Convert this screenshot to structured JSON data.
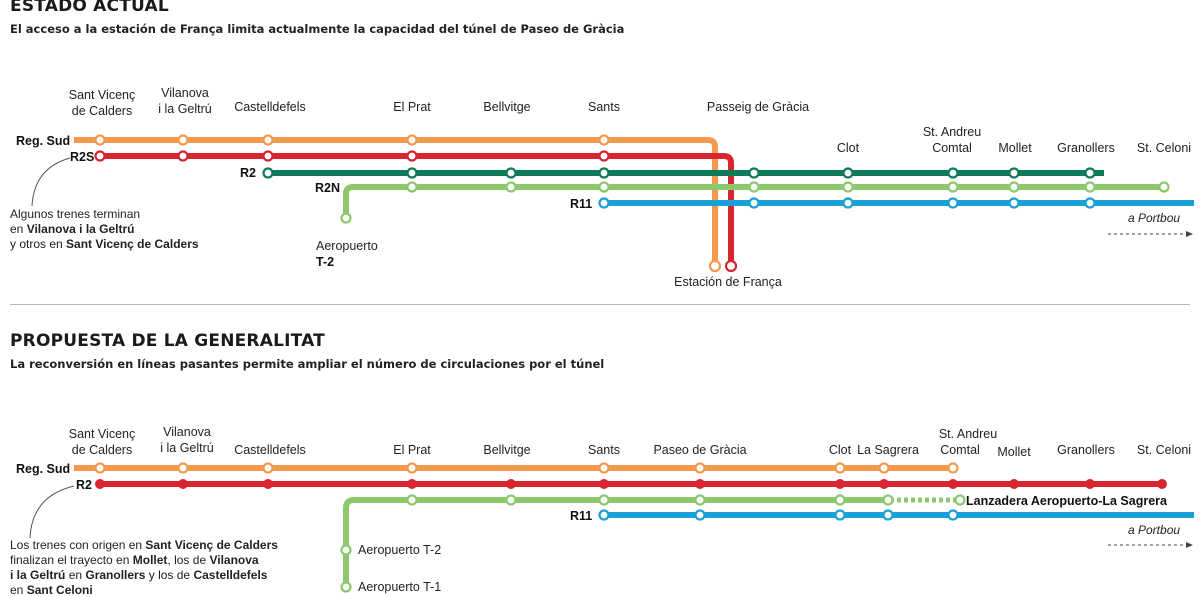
{
  "current": {
    "title": "ESTADO ACTUAL",
    "subtitle": "El acceso a la estación de França limita actualmente la capacidad del túnel de Paseo de Gràcia",
    "stations": {
      "sant_vicenc_1": "Sant Vicenç",
      "sant_vicenc_2": "de Calders",
      "vilanova_1": "Vilanova",
      "vilanova_2": "i la Geltrú",
      "castelldefels": "Castelldefels",
      "el_prat": "El Prat",
      "bellvitge": "Bellvitge",
      "sants": "Sants",
      "passeig": "Passeig de Gràcia",
      "clot": "Clot",
      "st_andreu_1": "St. Andreu",
      "st_andreu_2": "Comtal",
      "mollet": "Mollet",
      "granollers": "Granollers",
      "st_celoni": "St. Celoni",
      "aeropuerto_1": "Aeropuerto",
      "aeropuerto_2": "T-2",
      "franca": "Estación de França"
    },
    "line_labels": {
      "reg_sud": "Reg. Sud",
      "r2s": "R2S",
      "r2": "R2",
      "r2n": "R2N",
      "r11": "R11"
    },
    "portbou": "a Portbou",
    "note": {
      "line1": "Algunos trenes terminan",
      "line2_a": "en ",
      "line2_b": "Vilanova i la Geltrú",
      "line3_a": "y otros en ",
      "line3_b": "Sant Vicenç de Calders"
    }
  },
  "proposal": {
    "title": "PROPUESTA DE LA GENERALITAT",
    "subtitle": "La reconversión en líneas pasantes permite ampliar el número de circulaciones por el túnel",
    "stations": {
      "sant_vicenc_1": "Sant Vicenç",
      "sant_vicenc_2": "de Calders",
      "vilanova_1": "Vilanova",
      "vilanova_2": "i la Geltrú",
      "castelldefels": "Castelldefels",
      "el_prat": "El Prat",
      "bellvitge": "Bellvitge",
      "sants": "Sants",
      "paseo": "Paseo de Gràcia",
      "clot": "Clot",
      "la_sagrera": "La Sagrera",
      "st_andreu_1": "St. Andreu",
      "st_andreu_2": "Comtal",
      "mollet": "Mollet",
      "granollers": "Granollers",
      "st_celoni": "St. Celoni",
      "aeropuerto_t2": "Aeropuerto T-2",
      "aeropuerto_t1": "Aeropuerto T-1"
    },
    "line_labels": {
      "reg_sud": "Reg. Sud",
      "r2": "R2",
      "r11": "R11"
    },
    "lanzadera": "Lanzadera Aeropuerto-La Sagrera",
    "portbou": "a Portbou",
    "note": {
      "l1_a": "Los trenes con origen en ",
      "l1_b": "Sant Vicenç de Calders",
      "l2_a": "finalizan el trayecto en ",
      "l2_b": "Mollet",
      "l2_c": ", los de ",
      "l2_d": "Vilanova",
      "l3_a": "i la Geltrú",
      "l3_b": " en ",
      "l3_c": "Granollers",
      "l3_d": " y los de ",
      "l3_e": "Castelldefels",
      "l4_a": "en ",
      "l4_b": "Sant Celoni"
    }
  },
  "colors": {
    "orange": "#f39a4c",
    "red": "#d7262f",
    "darkgreen": "#0f7a5a",
    "lightgreen": "#8cc86c",
    "blue": "#1aa0d8",
    "divider": "#b8b8b8"
  }
}
